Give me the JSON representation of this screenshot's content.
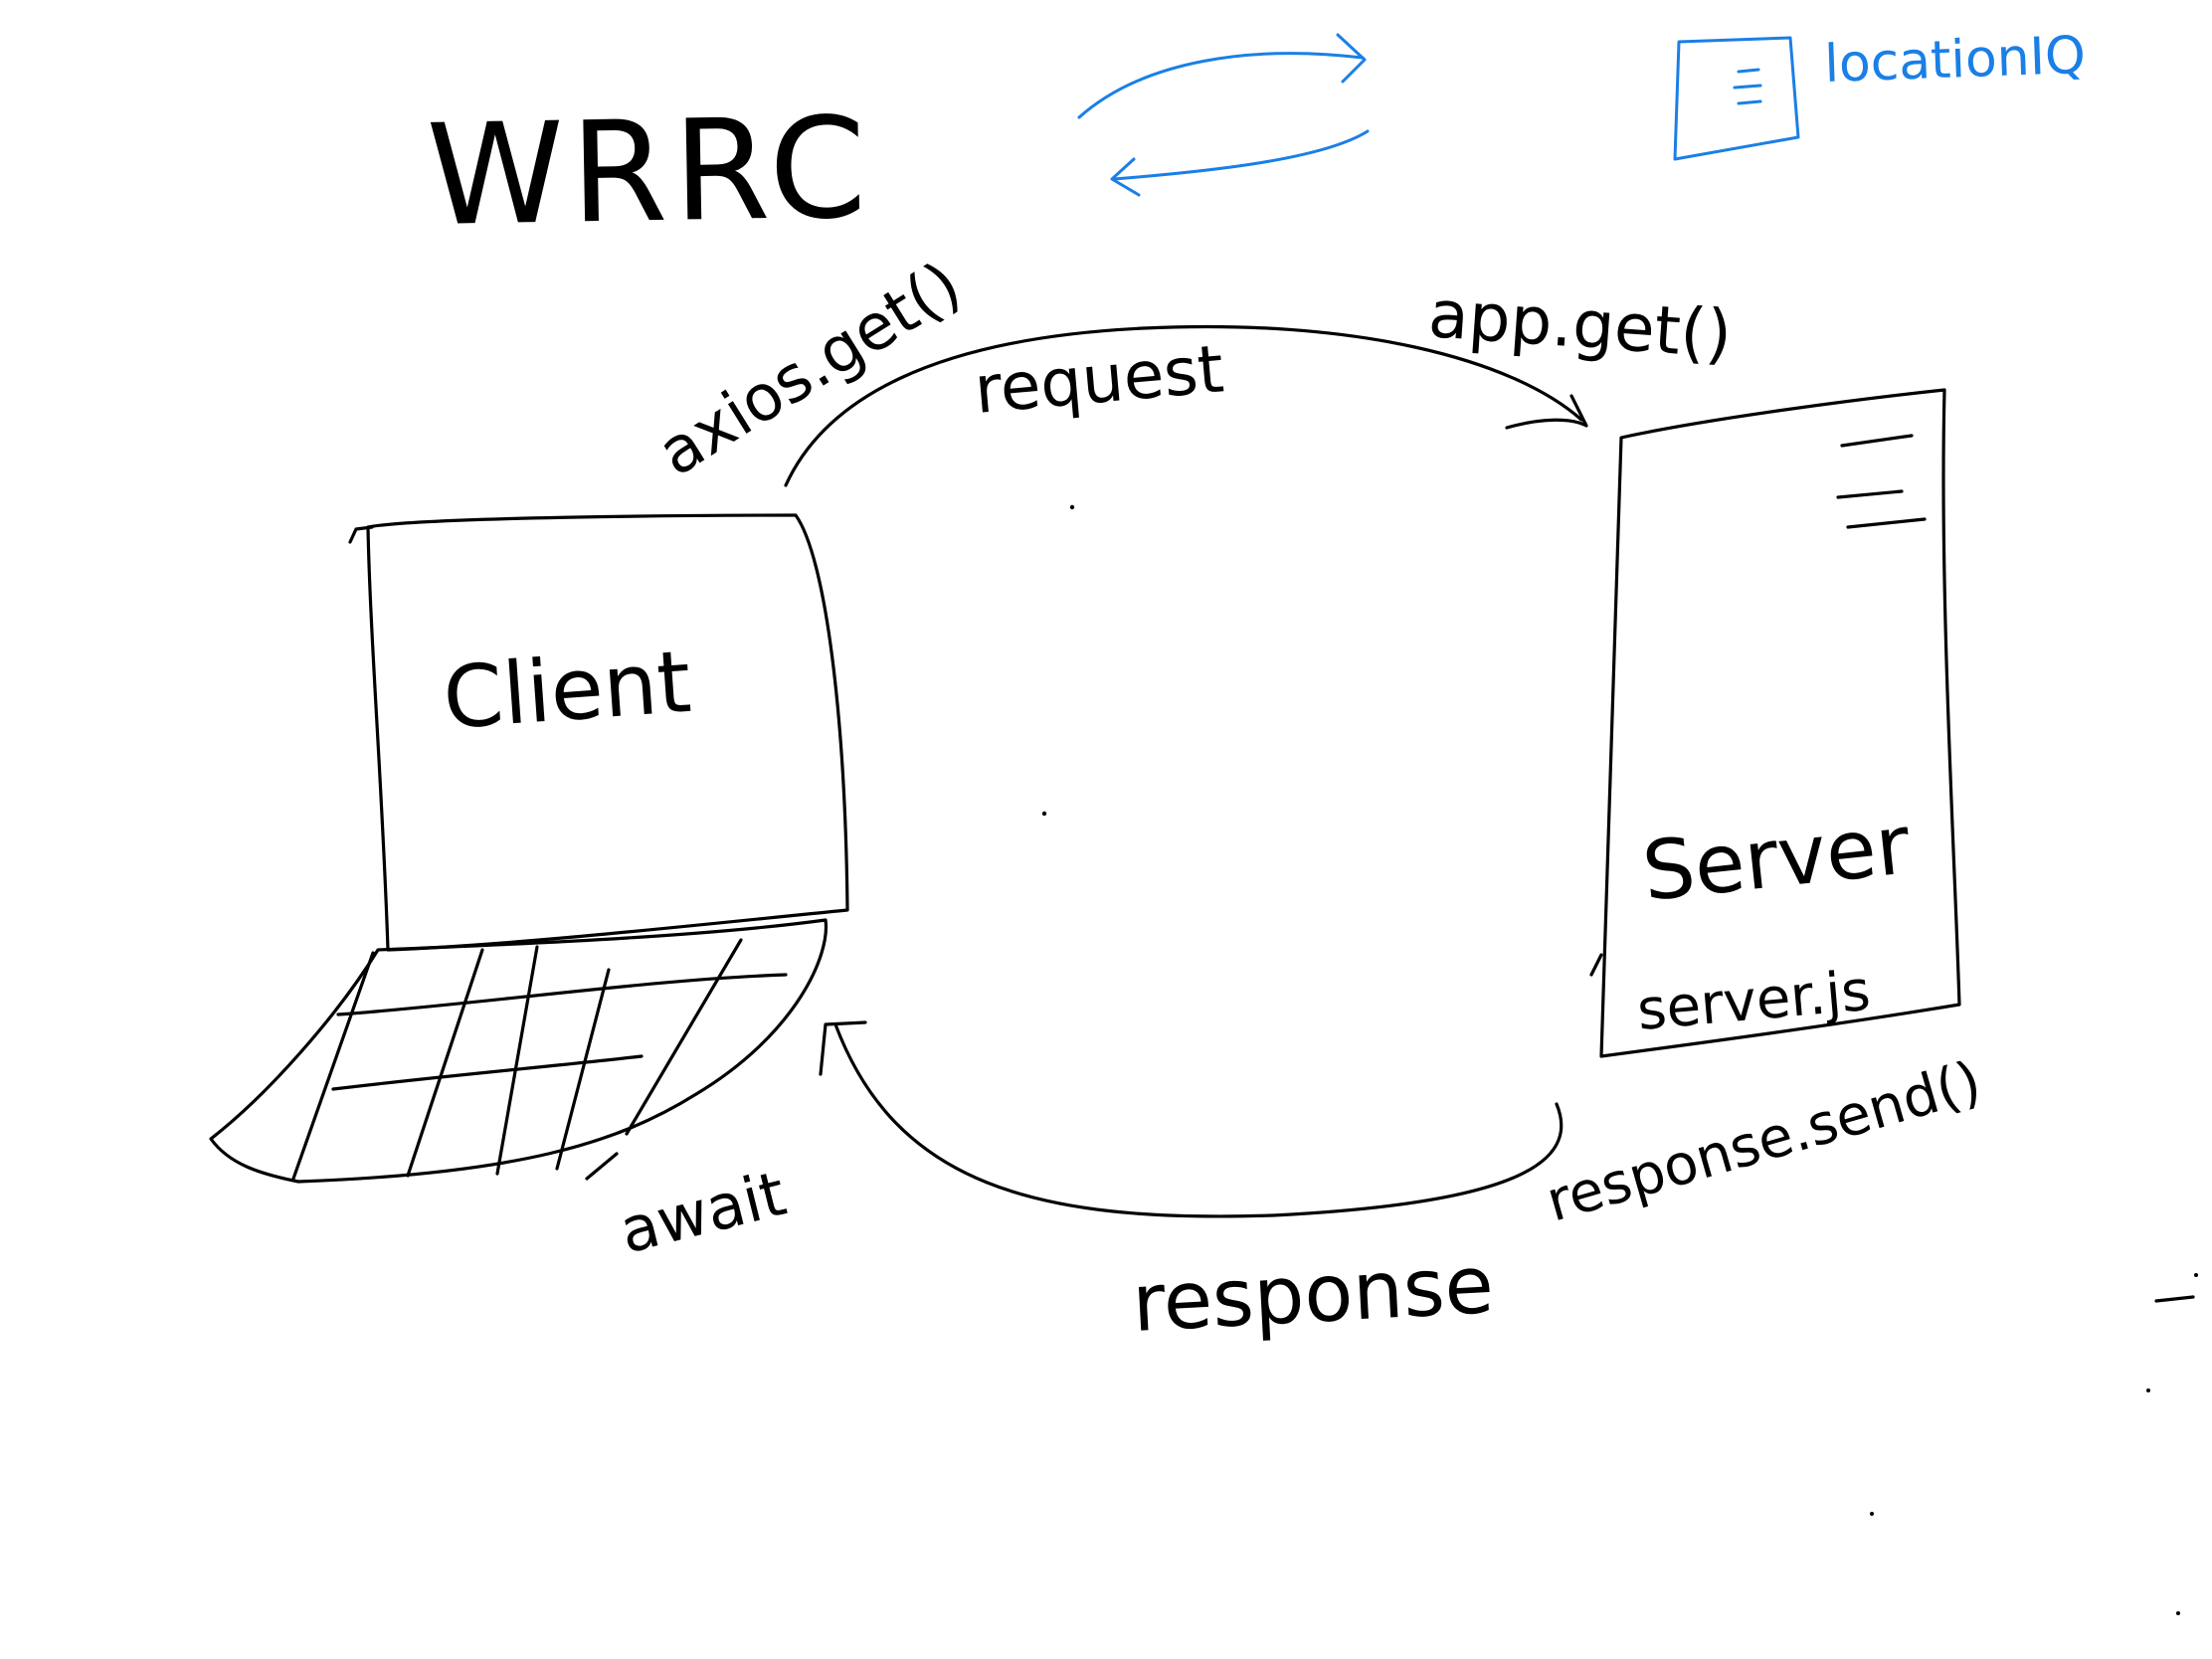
{
  "colors": {
    "ink": "#000000",
    "blue_ink": "#1a7fe6",
    "background": "#ffffff"
  },
  "title": "WRRC",
  "blue_annotation": {
    "label": "locationIQ",
    "icon": "server-icon"
  },
  "client": {
    "label": "Client",
    "icon": "laptop-icon"
  },
  "server": {
    "label": "Server",
    "file": "server.js",
    "icon": "server-icon"
  },
  "request_arc": {
    "left_label": "axios.get()",
    "middle_label": "request",
    "right_label": "app.get()"
  },
  "response_arc": {
    "right_label": "response.send()",
    "middle_label": "response",
    "left_label": "await"
  }
}
